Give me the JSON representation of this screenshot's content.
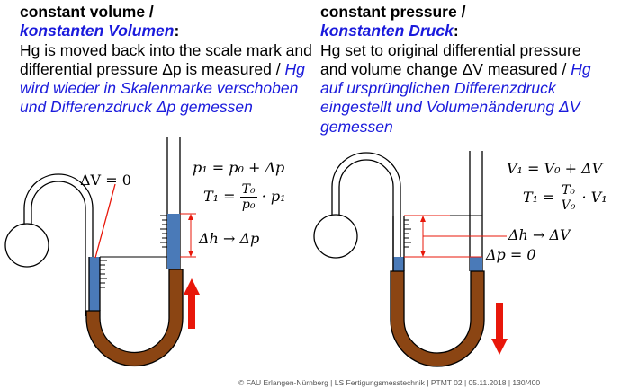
{
  "left": {
    "heading": "constant volume /",
    "heading_de": "konstanten Volumen",
    "colon": ":",
    "text_en": "Hg is moved back into the scale mark and differential pressure Δp is measured /",
    "text_de": "Hg wird wieder in Skalenmarke verschoben und Differenzdruck Δp gemessen",
    "eq_dv": "ΔV = 0",
    "eq_p1_lhs": "p₁ = p₀ + Δp",
    "eq_t1_lhs": "T₁ =",
    "eq_t1_num": "T₀",
    "eq_t1_den": "p₀",
    "eq_t1_rhs": "· p₁",
    "eq_dh": "Δh → Δp"
  },
  "right": {
    "heading": "constant pressure /",
    "heading_de": "konstanten Druck",
    "colon": ":",
    "text_en": "Hg set to original differential pressure and volume change ΔV measured /",
    "text_de": "Hg auf ursprünglichen Differenzdruck eingestellt und Volumenänderung ΔV gemessen",
    "eq_v1": "V₁ = V₀ + ΔV",
    "eq_t1_lhs": "T₁ =",
    "eq_t1_num": "T₀",
    "eq_t1_den": "V₀",
    "eq_t1_rhs": "· V₁",
    "eq_dh": "Δh → ΔV",
    "eq_dp": "Δp = 0"
  },
  "footer": "©  FAU Erlangen-Nürnberg  |  LS Fertigungsmesstechnik  |  PTMT 02  |  05.11.2018  |  130/400",
  "colors": {
    "mercury": "#8b4513",
    "liquid_blue": "#4a7ab8",
    "arrow_red": "#e8170a",
    "text_blue": "#1a1adc"
  }
}
